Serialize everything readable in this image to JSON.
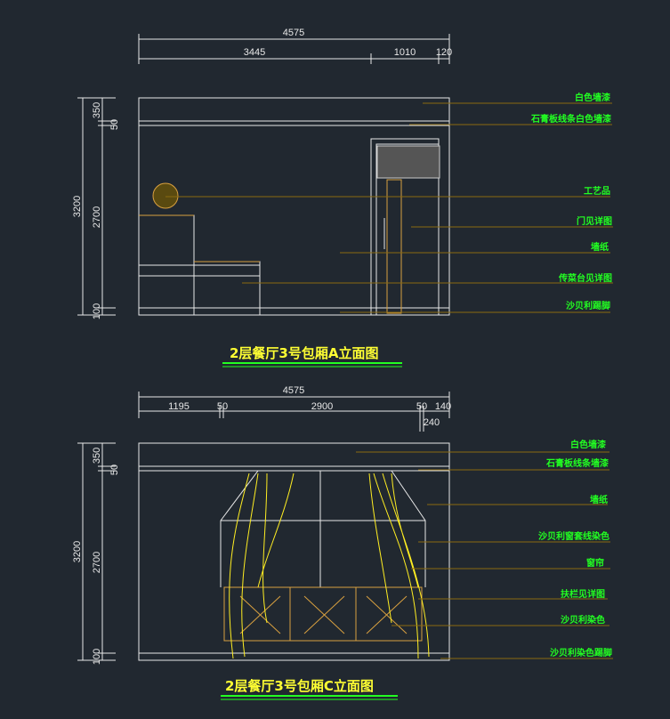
{
  "elevation_a": {
    "title": "2层餐厅3号包厢A立面图",
    "dims_top": {
      "total": "4575",
      "parts": [
        "3445",
        "1010",
        "120"
      ]
    },
    "dims_left": {
      "total": "3200",
      "parts": [
        "350",
        "50",
        "2700",
        "100"
      ]
    },
    "labels": [
      "白色墙漆",
      "石膏板线条白色墙漆",
      "工艺品",
      "门见详图",
      "墙纸",
      "传菜台见详图",
      "沙贝利踢脚"
    ]
  },
  "elevation_c": {
    "title": "2层餐厅3号包厢C立面图",
    "dims_top": {
      "total": "4575",
      "parts": [
        "1195",
        "50",
        "2900",
        "50",
        "140"
      ],
      "sub": "240"
    },
    "dims_left": {
      "total": "3200",
      "parts": [
        "350",
        "50",
        "2700",
        "100"
      ]
    },
    "labels": [
      "白色墙漆",
      "石膏板线条墙漆",
      "墙纸",
      "沙贝利窗套线染色",
      "窗帘",
      "扶栏见详图",
      "沙贝利染色",
      "沙贝利染色踢脚"
    ]
  },
  "colors": {
    "background": "#212830",
    "line": "#e8e8e8",
    "label": "#22ff22",
    "title": "#ffff33",
    "leader": "#8a6a10"
  }
}
